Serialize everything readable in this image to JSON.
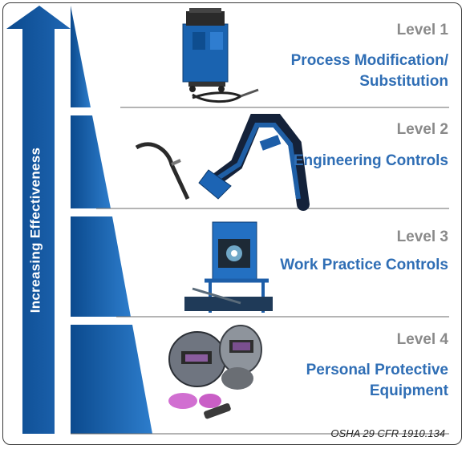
{
  "side_label": "Increasing Effectiveness",
  "levels": [
    {
      "title": "Level 1",
      "description": "Process Modification/ Substitution",
      "image": "welding-power-source-image"
    },
    {
      "title": "Level 2",
      "description": "Engineering Controls",
      "image": "fume-extraction-arm-image"
    },
    {
      "title": "Level 3",
      "description": "Work Practice Controls",
      "image": "welding-booth-image"
    },
    {
      "title": "Level 4",
      "description": "Personal Protective Equipment",
      "image": "welding-helmets-image"
    }
  ],
  "citation": "OSHA 29 CFR 1910.134",
  "colors": {
    "blue_dark": "#0d4f96",
    "blue_light": "#2a78c8",
    "title_gray": "#8a8a8a",
    "desc_blue": "#2f6eb5"
  }
}
